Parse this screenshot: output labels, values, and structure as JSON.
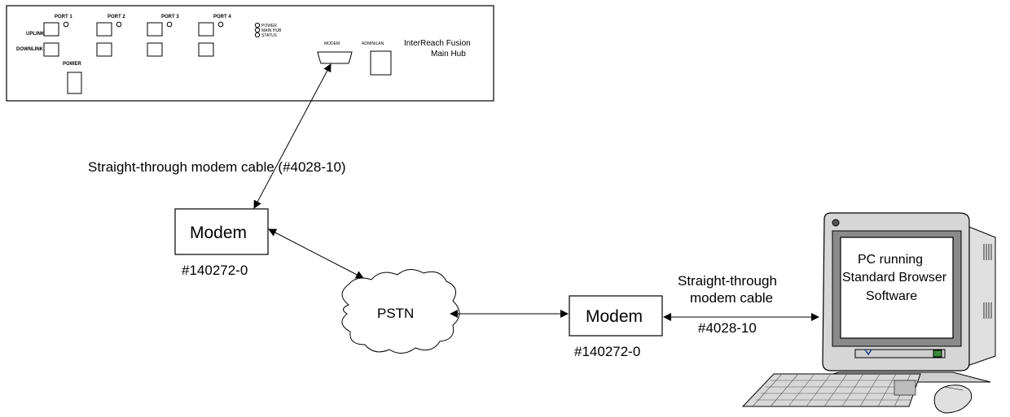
{
  "hub": {
    "ports": [
      "PORT 1",
      "PORT 2",
      "PORT 3",
      "PORT 4"
    ],
    "uplink": "UPLINK",
    "downlink": "DOWNLINK",
    "power": "POWER",
    "leds": [
      "POWER",
      "MAIN HUB",
      "STATUS"
    ],
    "modem": "MODEM",
    "admin_lan": "ADMIN/LAN",
    "name_line1": "InterReach Fusion",
    "name_line2": "Main Hub"
  },
  "cable1_label": "Straight-through modem cable (#4028-10)",
  "modem1": {
    "label": "Modem",
    "part": "#140272-0"
  },
  "pstn_label": "PSTN",
  "modem2": {
    "label": "Modem",
    "part": "#140272-0"
  },
  "cable2": {
    "line1": "Straight-through",
    "line2": "modem cable",
    "line3": "#4028-10"
  },
  "pc": {
    "line1": "PC running",
    "line2": "Standard Browser",
    "line3": "Software"
  }
}
